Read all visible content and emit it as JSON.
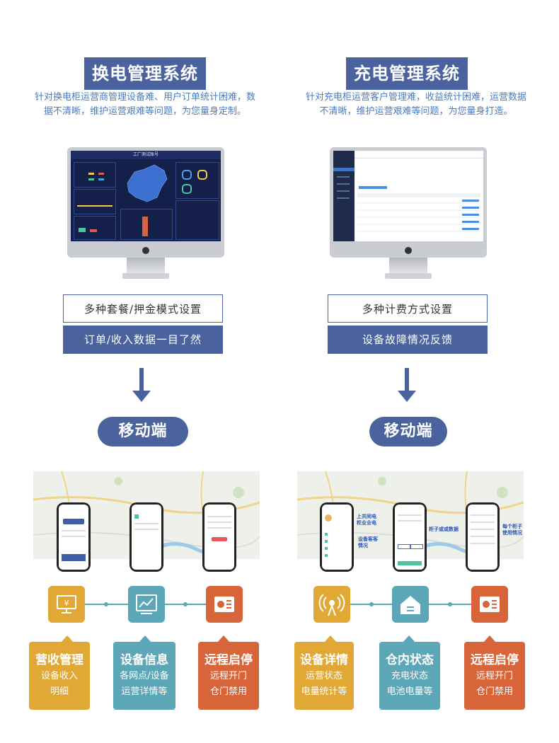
{
  "left": {
    "title": "换电管理系统",
    "desc_line1": "针对换电柜运营商管理设备难、用户订单统计困难，数",
    "desc_line2": "据不清晰，维护运营艰难等问题，为您量身定制。",
    "feature1": "多种套餐/押金模式设置",
    "feature2": "订单/收入数据一目了然",
    "mobile": "移动端",
    "screen_header": "工厂测试账号",
    "cards": [
      {
        "title": "营收管理",
        "line1": "设备收入",
        "line2": "明细",
        "color": "#e1a836",
        "icon": "monitor-yen-icon"
      },
      {
        "title": "设备信息",
        "line1": "各网点/设备",
        "line2": "运营详情等",
        "color": "#5ba7b8",
        "icon": "chart-line-icon"
      },
      {
        "title": "远程启停",
        "line1": "远程开门",
        "line2": "仓门禁用",
        "color": "#d8643a",
        "icon": "id-card-icon"
      }
    ]
  },
  "right": {
    "title": "充电管理系统",
    "desc_line1": "针对充电柜运营客户管理难，收益统计困难，运营数据",
    "desc_line2": "不清晰，维护运营艰难等问题，为您量身打造。",
    "feature1": "多种计费方式设置",
    "feature2": "设备故障情况反馈",
    "mobile": "移动端",
    "callouts": [
      "上共同电",
      "柜业业电",
      "设备客客",
      "情况",
      "柜子或或数据",
      "每个柜子",
      "使用情况"
    ],
    "cards": [
      {
        "title": "设备详情",
        "line1": "运营状态",
        "line2": "电量统计等",
        "color": "#e1a836",
        "icon": "signal-tower-icon"
      },
      {
        "title": "仓内状态",
        "line1": "充电状态",
        "line2": "电池电量等",
        "color": "#5ba7b8",
        "icon": "house-icon"
      },
      {
        "title": "远程启停",
        "line1": "远程开门",
        "line2": "仓门禁用",
        "color": "#d8643a",
        "icon": "id-card-icon"
      }
    ]
  },
  "colors": {
    "brand": "#4a639e",
    "accent_text": "#4a7bbf",
    "yellow": "#e1a836",
    "teal": "#5ba7b8",
    "orange": "#d8643a"
  }
}
